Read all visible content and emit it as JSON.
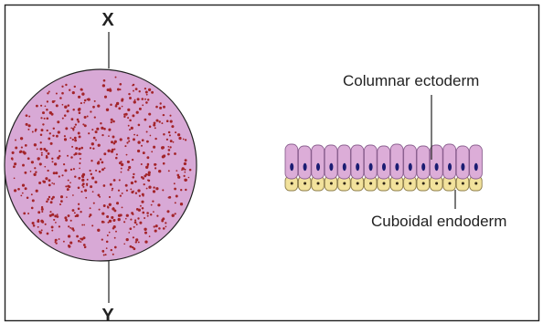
{
  "labels": {
    "top": "X",
    "bottom": "Y",
    "ectoderm": "Columnar ectoderm",
    "endoderm": "Cuboidal endoderm"
  },
  "colors": {
    "border": "#222222",
    "disc_fill": "#d8a9d6",
    "speckle": "#a3242a",
    "column_fill": "#dcadd8",
    "column_stroke": "#8a5f8f",
    "nucleus": "#1b1d72",
    "cuboid_fill": "#f2e29c",
    "cuboid_stroke": "#8d7d4a",
    "cuboid_nucleus": "#302616"
  },
  "icons": {
    "embryonic_disc": "embryonic-disc-illustration",
    "germ_layers": "bilaminar-cross-section-illustration"
  }
}
